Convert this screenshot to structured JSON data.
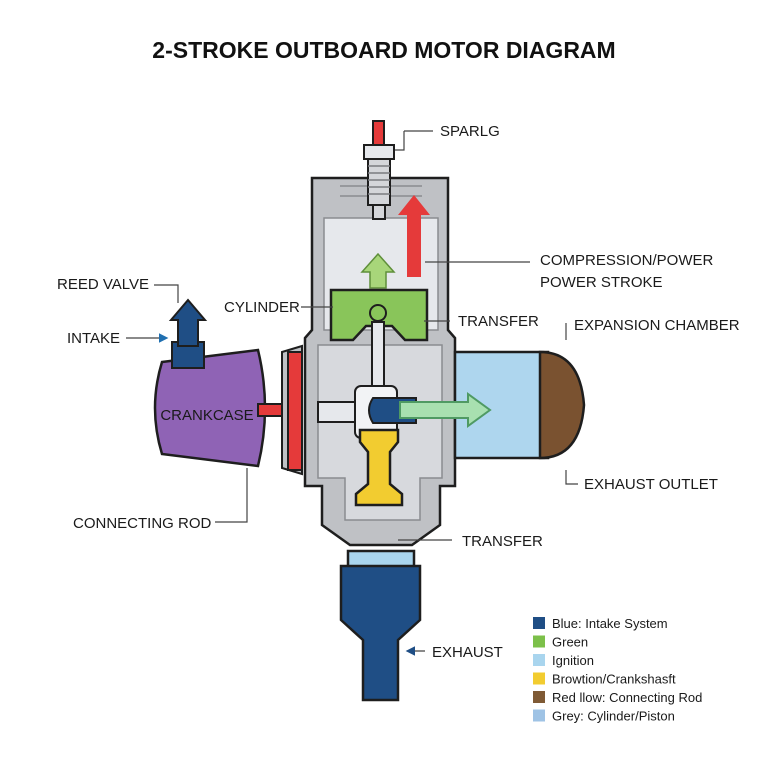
{
  "title": "2-STROKE OUTBOARD MOTOR DIAGRAM",
  "labels": {
    "spark": "SPARLG",
    "compression_1": "COMPRESSION/POWER",
    "compression_2": "POWER STROKE",
    "reed_valve": "REED VALVE",
    "cylinder": "CYLINDER",
    "transfer_upper": "TRANSFER",
    "intake": "INTAKE",
    "expansion_chamber": "EXPANSION CHAMBER",
    "crankcase": "CRANKCASE",
    "exhaust_outlet": "EXHAUST OUTLET",
    "connecting_rod": "CONNECTING ROD",
    "transfer_lower": "TRANSFER",
    "exhaust": "EXHAUST"
  },
  "legend": [
    {
      "label": "Blue: Intake System",
      "color": "#1f4e85"
    },
    {
      "label": "Green",
      "color": "#7cc04a"
    },
    {
      "label": "Ignition",
      "color": "#a9d5ee"
    },
    {
      "label": "Browtion/Crankshasft",
      "color": "#f2cc30"
    },
    {
      "label": "Red llow: Connecting Rod",
      "color": "#7f5a35"
    },
    {
      "label": "Grey: Cylinder/Piston",
      "color": "#9fc3e5"
    }
  ],
  "colors": {
    "intake_blue": "#1f4e85",
    "piston_green": "#89c55a",
    "ignition_red": "#e53a3a",
    "crankcase_purple": "#8f63b5",
    "chamber_lightblue": "#aed6ee",
    "chamber_brown": "#7a5230",
    "rod_yellow": "#f2cc30",
    "cylinder_grey": "#bfc1c5"
  }
}
